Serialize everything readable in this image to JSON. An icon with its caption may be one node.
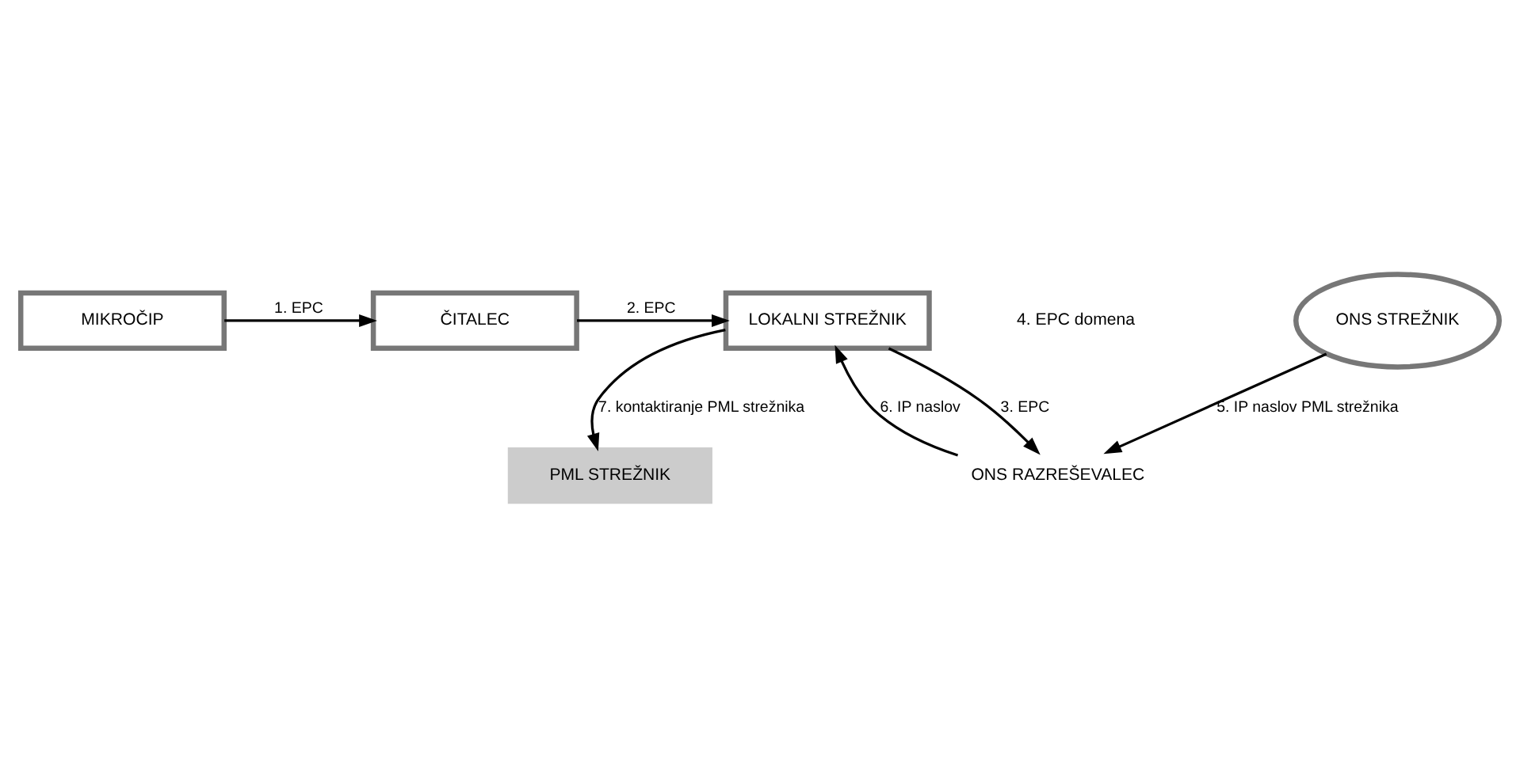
{
  "diagram": {
    "nodes": [
      {
        "text": [
          "MIKROČIP"
        ]
      },
      {
        "text": [
          "ČITALEC"
        ]
      },
      {
        "text": [
          "LOKALNI STREŽNIK"
        ]
      },
      {
        "text": [
          "ONS RAZREŠEVALEC"
        ]
      },
      {
        "text": [
          "ONS STREŽNIK"
        ]
      },
      {
        "text": [
          "PML STREŽNIK"
        ]
      }
    ],
    "edges": [
      {
        "from": 0,
        "to": 1,
        "arrow": "to",
        "label": "1. EPC"
      },
      {
        "from": 1,
        "to": 2,
        "arrow": "to",
        "label": "2. EPC"
      },
      {
        "from": 2,
        "to": 3,
        "arrow": "to",
        "label": "3. EPC"
      },
      {
        "from": 4,
        "to": 3,
        "arrow": "to",
        "label": "5. IP naslov PML strežnika"
      },
      {
        "from": 3,
        "to": 2,
        "arrow": "to",
        "label": "6. IP naslov"
      },
      {
        "from": 2,
        "to": 5,
        "arrow": "to",
        "label": "7. kontaktiranje PML strežnika"
      }
    ],
    "labels": [
      "4. EPC domena"
    ]
  }
}
